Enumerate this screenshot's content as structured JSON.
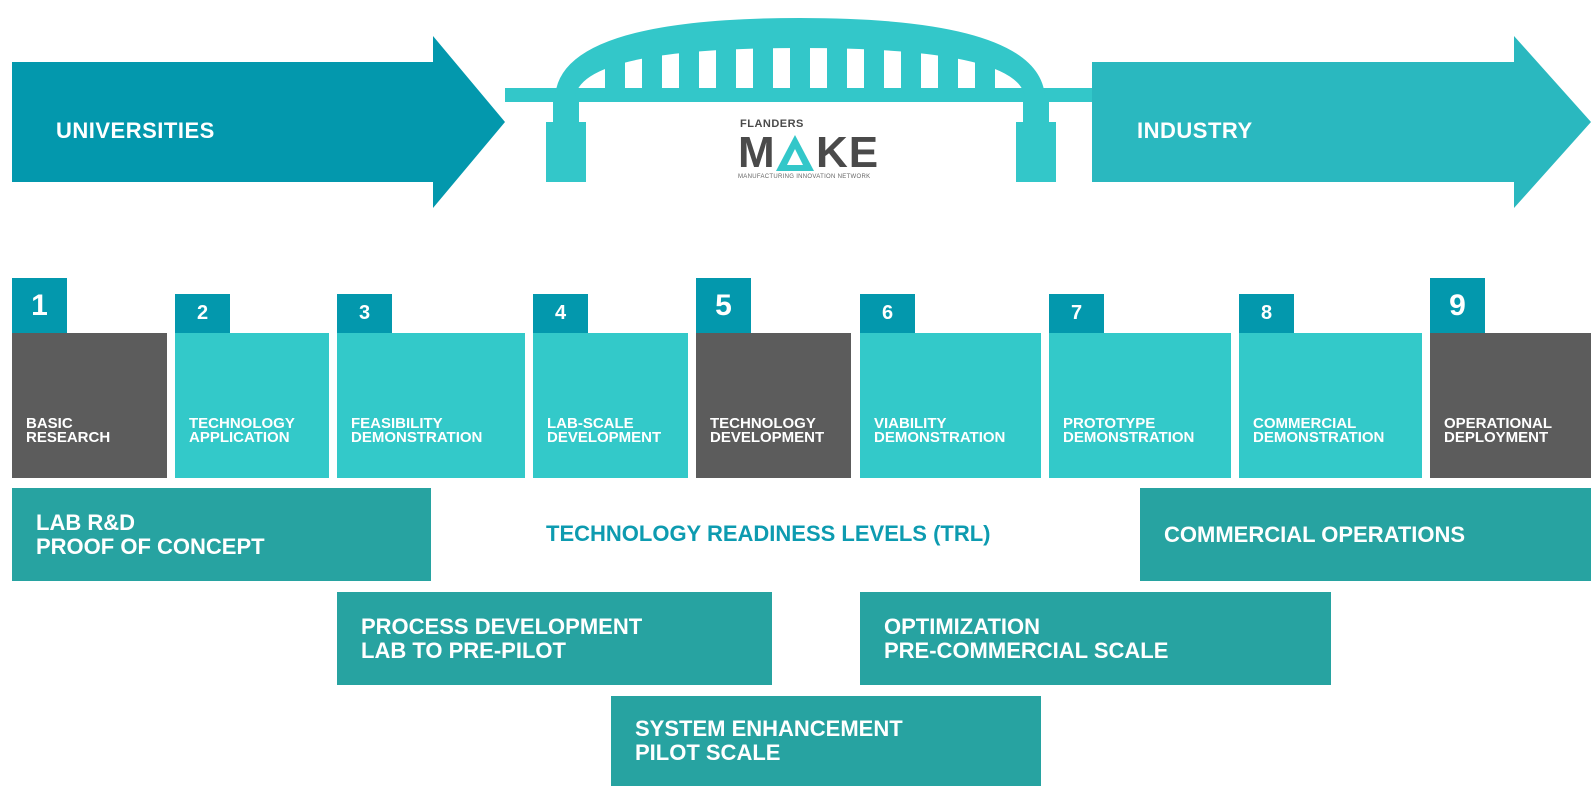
{
  "colors": {
    "universities_arrow": "#0398ad",
    "industry_arrow": "#2ab8bf",
    "bridge": "#33c7c9",
    "teal_box": "#33c9c9",
    "dark_box": "#5c5c5c",
    "number_badge": "#0398ad",
    "phase_box": "#27a3a1",
    "trl_title": "#0d9bb0"
  },
  "arrows": {
    "left_label": "UNIVERSITIES",
    "right_label": "INDUSTRY"
  },
  "logo": {
    "small": "FLANDERS",
    "big_m": "M",
    "big_a": "A",
    "big_ke": "KE",
    "tagline": "MANUFACTURING INNOVATION NETWORK",
    "icon": "triangle-a-icon"
  },
  "trl_levels": [
    {
      "number": "1",
      "line1": "BASIC",
      "line2": "RESEARCH",
      "style": "dark"
    },
    {
      "number": "2",
      "line1": "TECHNOLOGY",
      "line2": "APPLICATION",
      "style": "teal"
    },
    {
      "number": "3",
      "line1": "FEASIBILITY",
      "line2": "DEMONSTRATION",
      "style": "teal"
    },
    {
      "number": "4",
      "line1": "LAB-SCALE",
      "line2": "DEVELOPMENT",
      "style": "teal"
    },
    {
      "number": "5",
      "line1": "TECHNOLOGY",
      "line2": "DEVELOPMENT",
      "style": "dark"
    },
    {
      "number": "6",
      "line1": "VIABILITY",
      "line2": "DEMONSTRATION",
      "style": "teal"
    },
    {
      "number": "7",
      "line1": "PROTOTYPE",
      "line2": "DEMONSTRATION",
      "style": "teal"
    },
    {
      "number": "8",
      "line1": "COMMERCIAL",
      "line2": "DEMONSTRATION",
      "style": "teal"
    },
    {
      "number": "9",
      "line1": "OPERATIONAL",
      "line2": "DEPLOYMENT",
      "style": "dark"
    }
  ],
  "trl_title": "TECHNOLOGY READINESS LEVELS (TRL)",
  "phases": {
    "lab": {
      "line1": "LAB R&D",
      "line2": "PROOF OF CONCEPT"
    },
    "commercial": {
      "line1": "COMMERCIAL OPERATIONS",
      "line2": ""
    },
    "process": {
      "line1": "PROCESS DEVELOPMENT",
      "line2": "LAB TO PRE-PILOT"
    },
    "optimization": {
      "line1": "OPTIMIZATION",
      "line2": "PRE-COMMERCIAL SCALE"
    },
    "system": {
      "line1": "SYSTEM ENHANCEMENT",
      "line2": "PILOT SCALE"
    }
  }
}
